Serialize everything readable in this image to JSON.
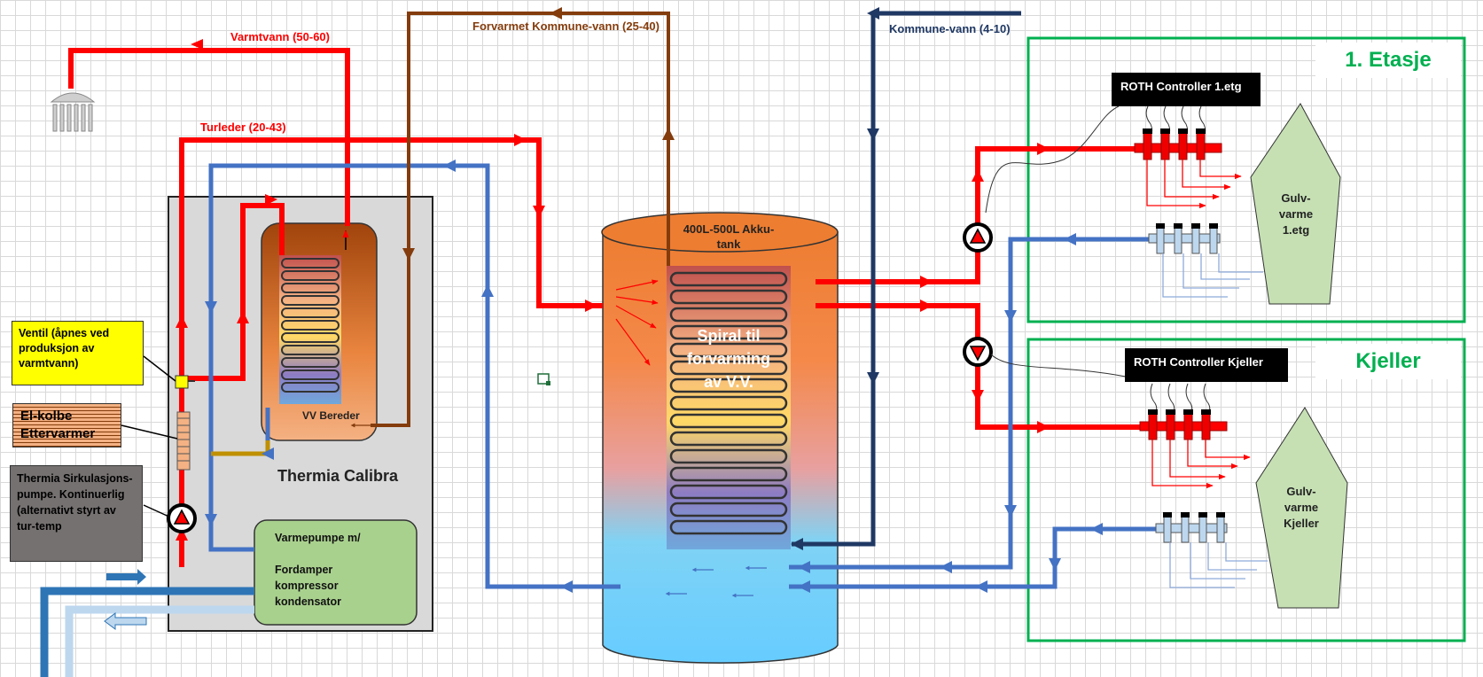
{
  "labels": {
    "varmtvann": "Varmtvann (50-60)",
    "turleder": "Turleder (20-43)",
    "forvarmet": "Forvarmet Kommune-vann (25-40)",
    "kommune": "Kommune-vann (4-10)",
    "akkutank_line1": "400L-500L Akku-",
    "akkutank_line2": "tank",
    "spiral_line1": "Spiral til",
    "spiral_line2": "forvarming",
    "spiral_line3": "av V.V.",
    "vv_bereder": "VV Bereder",
    "thermia_calibra": "Thermia Calibra",
    "ventil": "Ventil (åpnes ved produksjon av varmtvann)",
    "el_kolbe_line1": "El-kolbe",
    "el_kolbe_line2": "Ettervarmer",
    "sirk_pumpe": "Thermia Sirkulasjons-pumpe. Kontinuerlig (alternativt styrt av tur-temp",
    "varmepumpe_line1": "Varmepumpe m/",
    "varmepumpe_line2": "Fordamper",
    "varmepumpe_line3": "kompressor",
    "varmepumpe_line4": "kondensator",
    "etasje1": "1. Etasje",
    "kjeller": "Kjeller",
    "roth_1": "ROTH Controller 1.etg",
    "roth_kj": "ROTH Controller Kjeller",
    "gulv1_line1": "Gulv-",
    "gulv1_line2": "varme",
    "gulv1_line3": "1.etg",
    "gulv2_line1": "Gulv-",
    "gulv2_line2": "varme",
    "gulv2_line3": "Kjeller"
  },
  "colors": {
    "hot": "#ff0000",
    "cold": "#4472c4",
    "kommune": "#1f3864",
    "forvarmet": "#843c0c",
    "green_frame": "#00b050",
    "floor_fill": "#c6e0b4",
    "heatpump_fill": "#a9d18e",
    "ventil_fill": "#ffff00",
    "sirk_fill": "#767171"
  }
}
